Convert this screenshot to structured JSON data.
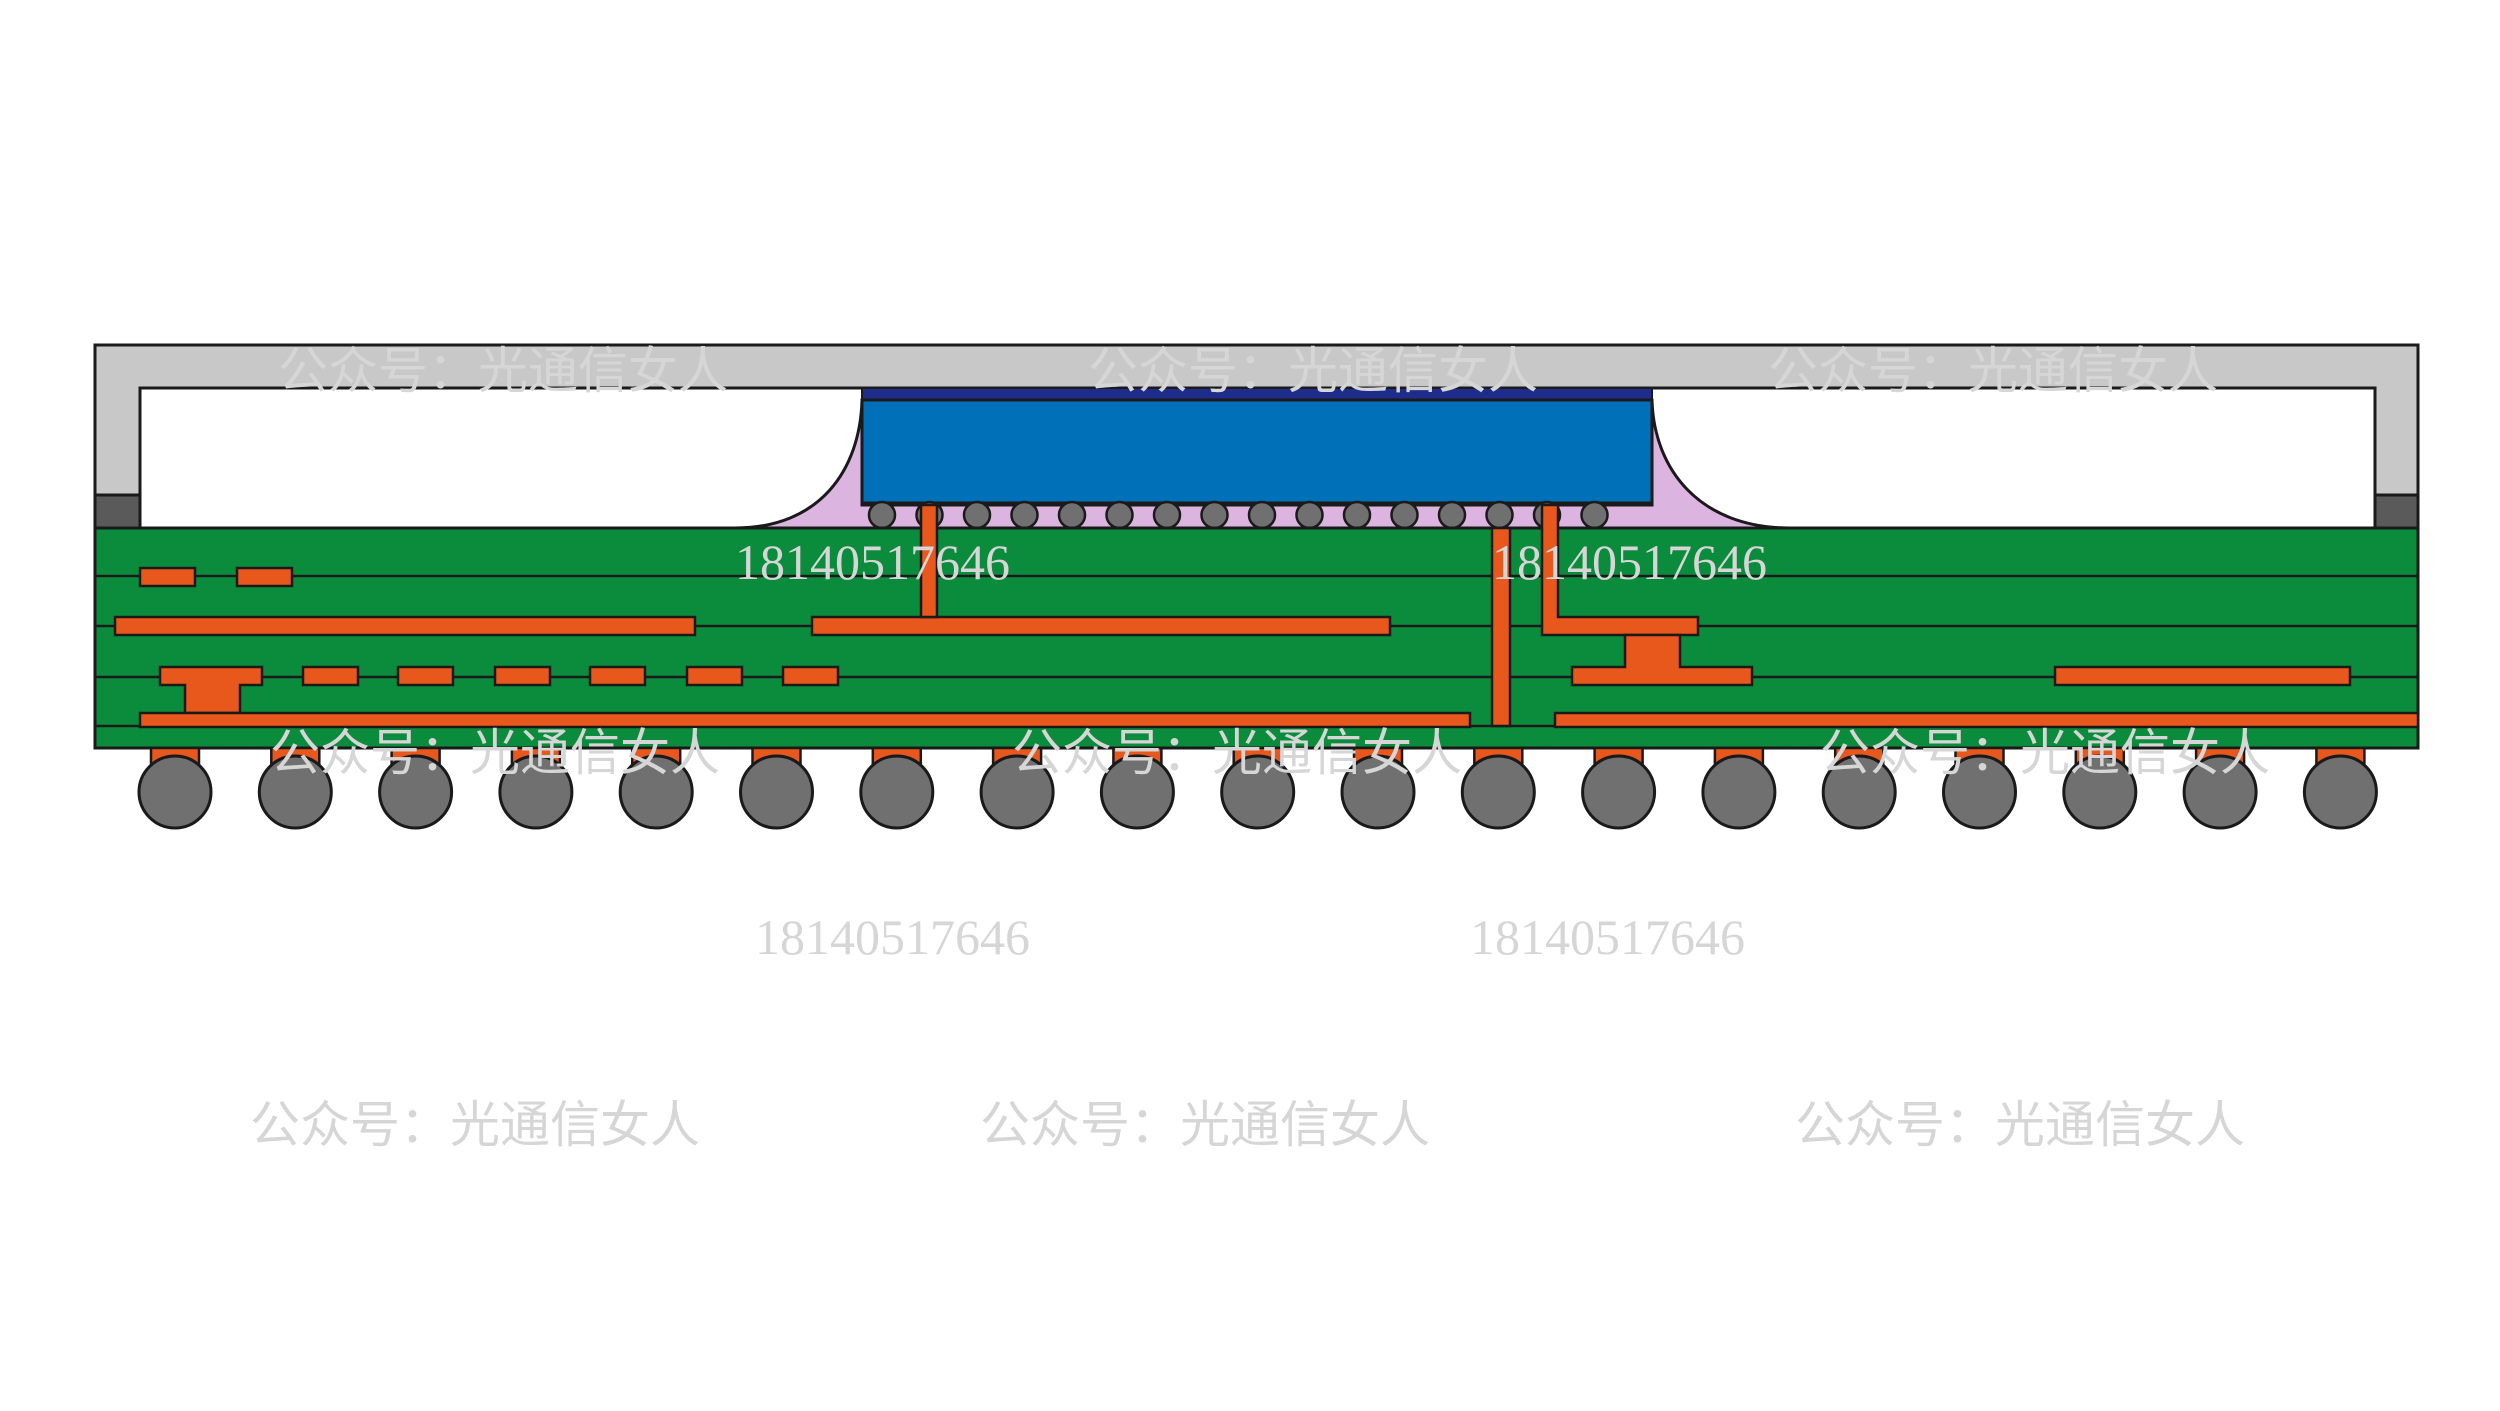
{
  "watermarks": {
    "account": "公众号：光通信女人",
    "phone": "18140517646"
  },
  "colors": {
    "lid": "#c8c8c8",
    "lid_foot": "#5a5a5a",
    "substrate": "#0a8c3c",
    "copper": "#e8581c",
    "die": "#0070b8",
    "die_top": "#1e2c8c",
    "underfill": "#dcb4e0",
    "bump": "#707070",
    "outline": "#1a1a1a"
  },
  "icons": {
    "lid": "heat-spreader-lid",
    "die": "flip-chip-die",
    "bumps": "micro-bump-row",
    "balls": "bga-solder-ball-row"
  },
  "counts": {
    "micro_bumps": 16,
    "solder_balls": 19
  }
}
